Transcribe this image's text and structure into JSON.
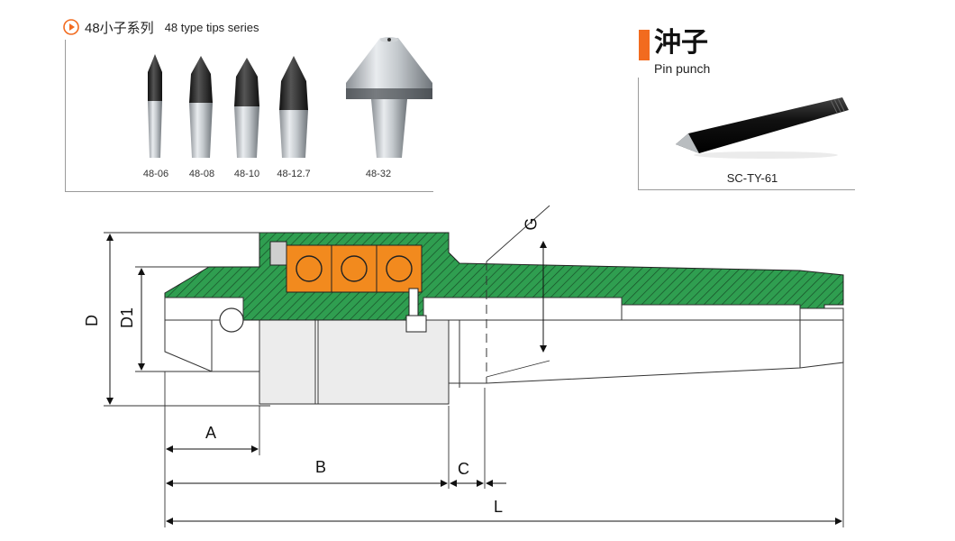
{
  "series": {
    "icon": "play-circle-icon",
    "title_cn": "48小子系列",
    "title_en": "48 type tips series",
    "tips": [
      {
        "label": "48-06"
      },
      {
        "label": "48-08"
      },
      {
        "label": "48-10"
      },
      {
        "label": "48-12.7"
      },
      {
        "label": "48-32"
      }
    ]
  },
  "pin_punch": {
    "title_cn": "沖子",
    "title_en": "Pin punch",
    "model": "SC-TY-61",
    "accent_color": "#f26b1f"
  },
  "drawing": {
    "dimensions": {
      "D": "D",
      "D1": "D1",
      "A": "A",
      "B": "B",
      "C": "C",
      "L": "L",
      "G": "G"
    },
    "colors": {
      "section_fill": "#2f9e50",
      "bearing_fill": "#f28a1e",
      "outline": "#333333"
    }
  }
}
